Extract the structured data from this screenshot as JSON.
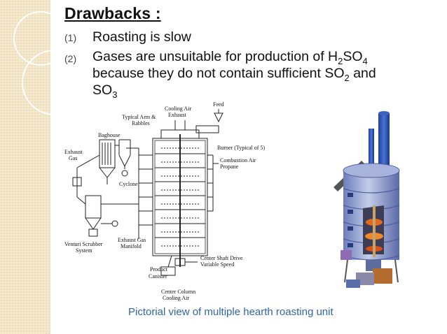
{
  "slide": {
    "title": "Drawbacks :",
    "items": [
      {
        "num": "(1)",
        "text": "Roasting is slow"
      },
      {
        "num": "(2)",
        "line1_pre": "Gases are unsuitable for production of H",
        "line1_sub1": "2",
        "line1_mid": "SO",
        "line1_sub2": "4",
        "line2_pre": "because they do not contain sufficient SO",
        "line2_sub": "2",
        "line2_post": " and",
        "line3_pre": "SO",
        "line3_sub": "3"
      }
    ],
    "caption": "Pictorial view of multiple hearth roasting unit"
  },
  "diagram_labels": {
    "feed": "Feed",
    "cooling_air_1": "Cooling Air",
    "cooling_air_2": "Exhaust",
    "typical_arm_1": "Typical Arm &",
    "typical_arm_2": "Rabbles",
    "baghouse": "Baghouse",
    "exhaust_gas_1": "Exhaust",
    "exhaust_gas_2": "Gas",
    "cyclone": "Cyclone",
    "burner": "Burner (Typical of 5)",
    "combustion_air_1": "Combustion Air",
    "combustion_air_2": "Propane",
    "venturi_1": "Venturi Scrubber",
    "venturi_2": "System",
    "exhaust_manifold_1": "Exhaust Gas",
    "exhaust_manifold_2": "Manifold",
    "shaft_drive_1": "Center Shaft Drive",
    "shaft_drive_2": "Variable Speed",
    "product_1": "Product",
    "product_2": "Canister",
    "center_column_1": "Center Column",
    "center_column_2": "Cooling Air"
  }
}
